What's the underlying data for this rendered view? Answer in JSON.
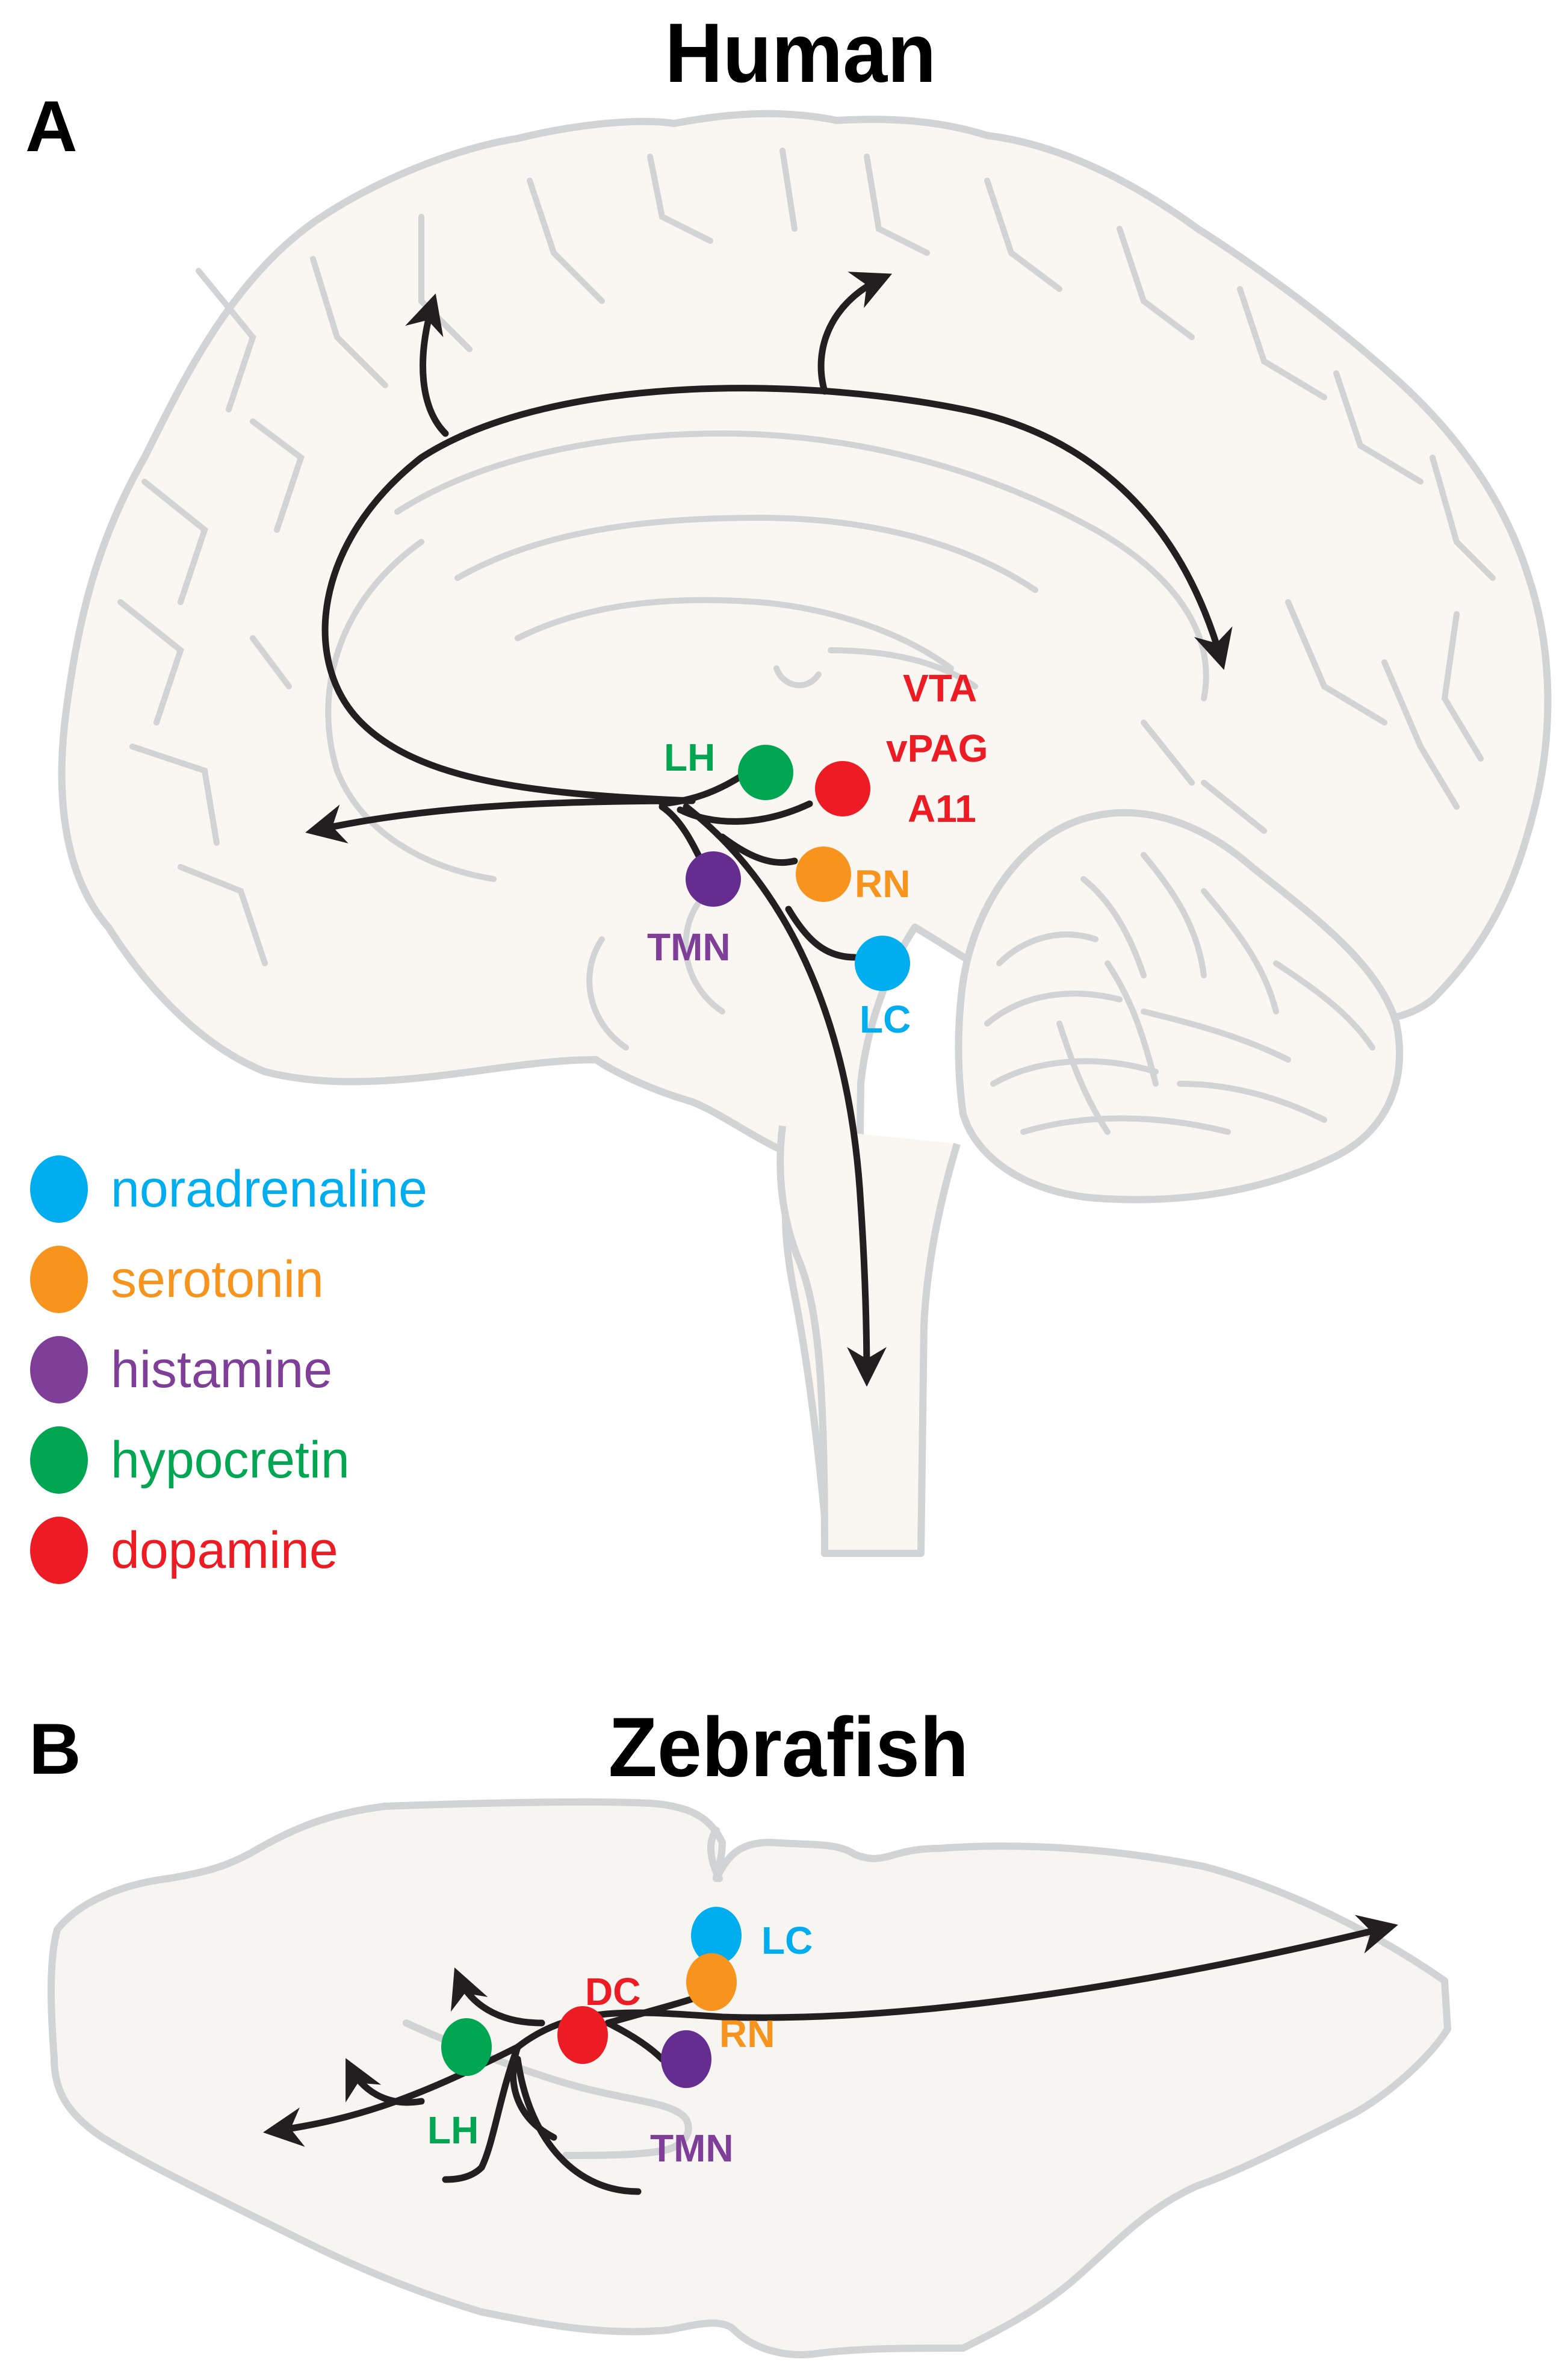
{
  "panels": {
    "a": {
      "letter": "A",
      "title": "Human"
    },
    "b": {
      "letter": "B",
      "title": "Zebrafish"
    }
  },
  "colors": {
    "noradrenaline": "#00aeef",
    "serotonin": "#f7941d",
    "histamine": "#7f3f98",
    "hypocretin": "#00a651",
    "dopamine": "#ed1c24",
    "outline": "#d1d3d4",
    "brain_fill": "#faf6f2",
    "fish_fill": "#f7f5f2",
    "arrow": "#231f20"
  },
  "human_nuclei": [
    {
      "id": "LH",
      "label": "LH",
      "transmitter": "hypocretin"
    },
    {
      "id": "DA",
      "label": "VTA vPAG A11",
      "label_lines": [
        "VTA",
        "vPAG",
        "A11"
      ],
      "transmitter": "dopamine"
    },
    {
      "id": "TMN",
      "label": "TMN",
      "transmitter": "histamine"
    },
    {
      "id": "RN",
      "label": "RN",
      "transmitter": "serotonin"
    },
    {
      "id": "LC",
      "label": "LC",
      "transmitter": "noradrenaline"
    }
  ],
  "zebrafish_nuclei": [
    {
      "id": "LC",
      "label": "LC",
      "transmitter": "noradrenaline"
    },
    {
      "id": "RN",
      "label": "RN",
      "transmitter": "serotonin"
    },
    {
      "id": "DC",
      "label": "DC",
      "transmitter": "dopamine"
    },
    {
      "id": "LH",
      "label": "LH",
      "transmitter": "hypocretin"
    },
    {
      "id": "TMN",
      "label": "TMN",
      "transmitter": "histamine"
    }
  ],
  "legend": [
    {
      "label": "noradrenaline",
      "color": "#00aeef"
    },
    {
      "label": "serotonin",
      "color": "#f7941d"
    },
    {
      "label": "histamine",
      "color": "#7f3f98"
    },
    {
      "label": "hypocretin",
      "color": "#00a651"
    },
    {
      "label": "dopamine",
      "color": "#ed1c24"
    }
  ]
}
